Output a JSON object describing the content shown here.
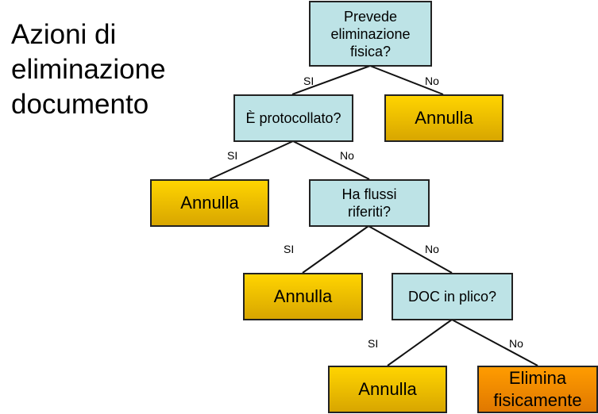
{
  "title": [
    "Azioni di",
    "eliminazione",
    "documento"
  ],
  "nodes": {
    "q1": "Prevede eliminazione fisica?",
    "q2": "È protocollato?",
    "q3": "Ha flussi riferiti?",
    "q4": "DOC in plico?",
    "a1": "Annulla",
    "a2": "Annulla",
    "a3": "Annulla",
    "a4": "Annulla",
    "end": "Elimina fisicamente"
  },
  "edges": {
    "yes": "SI",
    "no": "No"
  },
  "colors": {
    "question": "#bde3e6",
    "cancel": "#ffd400",
    "delete": "#ff9c00"
  }
}
